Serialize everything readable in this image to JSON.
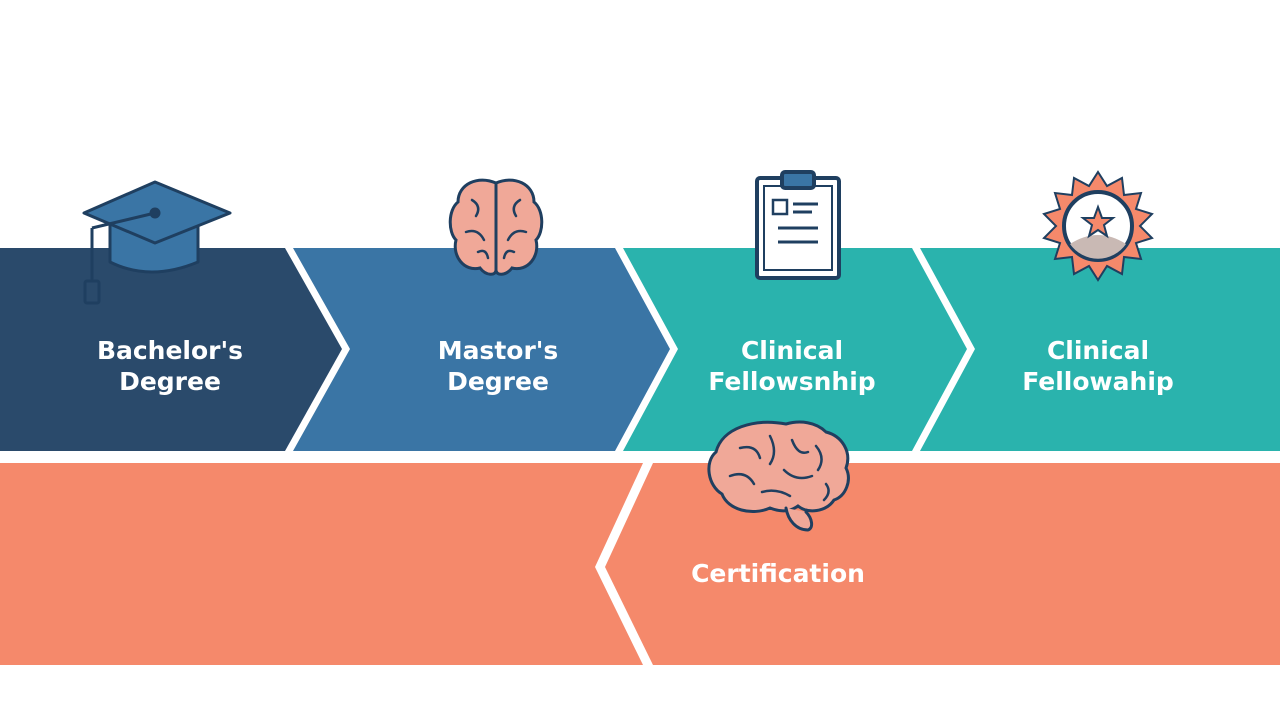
{
  "steps": [
    {
      "line1": "Bachelor's",
      "line2": "Degree",
      "icon": "graduation-cap-icon",
      "color": "#2a4a6b"
    },
    {
      "line1": "Mastor's",
      "line2": "Degree",
      "icon": "brain-icon",
      "color": "#3a75a5"
    },
    {
      "line1": "Clinical",
      "line2": "Fellowsnhip",
      "icon": "clipboard-icon",
      "color": "#2ab3ad"
    },
    {
      "line1": "Clinical",
      "line2": "Fellowahip",
      "icon": "award-badge-icon",
      "color": "#2ab3ad"
    }
  ],
  "certification": {
    "label": "Certification",
    "icon": "brain-icon",
    "color": "#f5896b"
  },
  "colors": {
    "navy": "#1f3f60",
    "coral": "#f5896b",
    "teal": "#2ab3ad",
    "blue": "#3a75a5",
    "pink": "#f0a898",
    "stroke": "#1f3f60"
  }
}
